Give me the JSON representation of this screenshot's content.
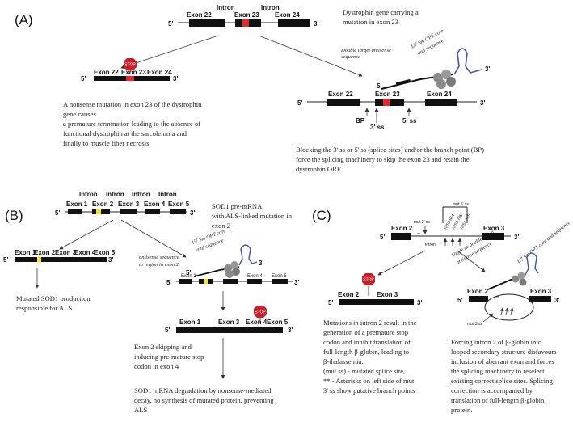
{
  "panels": {
    "a": "(A)",
    "b": "(B)",
    "c": "(C)"
  },
  "prime5": "5'",
  "prime3": "3'",
  "stop": "STOP",
  "ss3_short": "3' ss",
  "ss5_short": "5' ss",
  "bp": "BP",
  "panel_a": {
    "intron": "Intron",
    "exon22": "Exon 22",
    "exon23": "Exon 23",
    "exon24": "Exon 24",
    "gene_caption": [
      "Dystrophin gene carrying a",
      "mutation in exon 23"
    ],
    "double_target": [
      "Double target antisense",
      "sequence"
    ],
    "u7_core": [
      "U7 Sm OPT core",
      "and sequence"
    ],
    "left_text": [
      "A nonsense mutation in exon 23 of the dystrophin",
      "gene causes",
      "a premature termination leading to the absence of",
      "functional dystrophin at the sarcolemma and",
      "finally to muscle fiber necrosis"
    ],
    "right_text": [
      "Blocking the 3' ss or 5' ss (splice sites) and/or the branch point (BP)",
      "force the splicing machinery to skip the exon 23 and retain the",
      "dystrophin ORF"
    ]
  },
  "panel_b": {
    "intron": "Intron",
    "exon1": "Exon 1",
    "exon2": "Exon 2",
    "exon3": "Exon 3",
    "exon4": "Exon 4",
    "exon5": "Exon 5",
    "caption": [
      "SOD1 pre-mRNA",
      "with ALS-linked mutation in",
      "exon 2"
    ],
    "antisense": [
      "antisense sequence",
      "to region in exon 2"
    ],
    "u7_core": [
      "U7 Sm OPT core",
      "and sequence"
    ],
    "left_text": [
      "Mutated SOD1 production",
      "responsible for ALS"
    ],
    "mid_text": [
      "Exon 2 skipping and",
      "inducing pre-mature stop",
      "codon in exon 4"
    ],
    "bottom_text": [
      "SOD1 mRNA degradation by nonsense-mediated",
      "decay, no synthesis of mutated protein, preventing",
      "ALS"
    ]
  },
  "panel_c": {
    "exon2": "Exon 2",
    "exon3": "Exon 3",
    "intron": "Intron",
    "mut_3ss": "mut 3' ss",
    "mut_5ss": "mut 5' ss",
    "ivs": [
      "IVS2-654",
      "IVS2-705",
      "IVS2-745"
    ],
    "stars": "**",
    "single_double": [
      "Single or double target",
      "antisense sequence"
    ],
    "u7_core": "U7 Sm OPT core and sequence",
    "mut_3ss_lower": "mut 3'ss",
    "left_text": [
      "Mutations in intron 2 result in the",
      "generation of a premature stop",
      "codon and inhibit translation of",
      "full-length β-globin, leading to",
      "β-thalassemia.",
      "(mut ss) - mutated splice site,",
      "** - Asterisks on left side of mut",
      "3' ss show putative branch points"
    ],
    "right_text": [
      "Forcing intron 2 of β-globin into",
      "looped secondary structure disfavours",
      "inclusion of aberrant exon and forces",
      "the splicing machinery to reselect",
      "existing correct splice sites. Splicing",
      "correction is accompanied by",
      "translation of full-length β-globin",
      "protein."
    ]
  },
  "colors": {
    "exon": "#111111",
    "mutation_red": "#e8262c",
    "mutation_yellow": "#f5e61f",
    "stop_sign": "#c8202a",
    "snrnp": "#8a8a8a",
    "hairpin": "#3a55b5"
  }
}
